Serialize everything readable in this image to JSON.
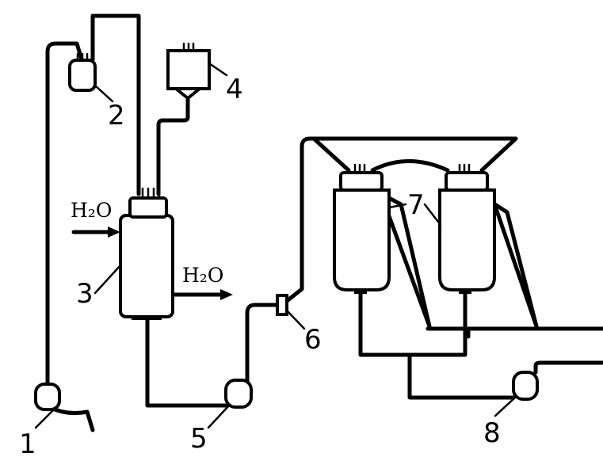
{
  "labels": {
    "pump_1": "1",
    "tank_2": "2",
    "reactor_3": "3",
    "tank_4": "4",
    "pump_5": "5",
    "valve_6": "6",
    "vessels_7": "7",
    "pump_8": "8",
    "water_in": "H₂O",
    "water_out": "H₂O"
  },
  "colors": {
    "line": "#000000",
    "background": "#ffffff"
  },
  "icons": {
    "flow_arrow": "arrow-head-icon"
  }
}
